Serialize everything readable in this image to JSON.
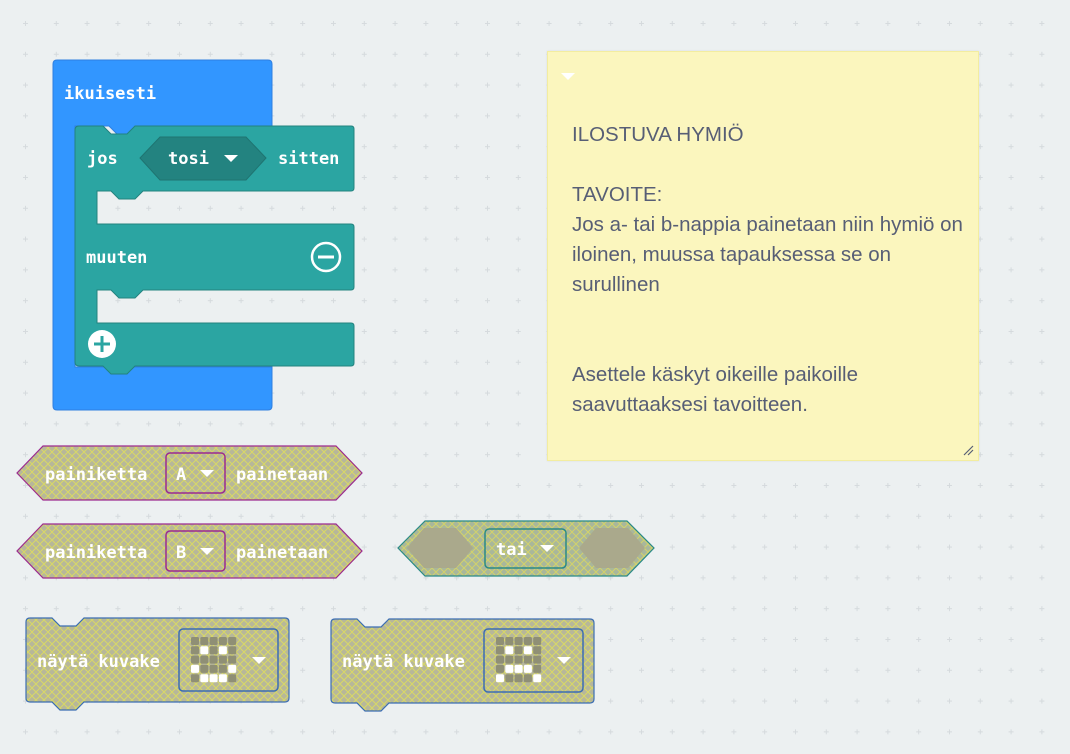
{
  "forever_block": {
    "label": "ikuisesti",
    "color": "#3296ff"
  },
  "if_block": {
    "if_label": "jos",
    "condition": "tosi",
    "then_label": "sitten",
    "else_label": "muuten",
    "color": "#2ba5a2"
  },
  "button_blocks": [
    {
      "prefix": "painiketta",
      "button": "A",
      "suffix": "painetaan"
    },
    {
      "prefix": "painiketta",
      "button": "B",
      "suffix": "painetaan"
    }
  ],
  "or_block": {
    "label": "tai"
  },
  "show_icon_blocks": [
    {
      "label": "näytä kuvake",
      "icon": "happy-face"
    },
    {
      "label": "näytä kuvake",
      "icon": "sad-face"
    }
  ],
  "note": {
    "text": "ILOSTUVA HYMIÖ\n\nTAVOITE:\nJos a- tai b-nappia painetaan niin hymiö on iloinen, muussa tapauksessa se on surullinen\n\n\nAsettele käskyt oikeille paikoille saavuttaaksesi tavoitteen.",
    "background": "#fbf6be",
    "text_color": "#575e75"
  }
}
